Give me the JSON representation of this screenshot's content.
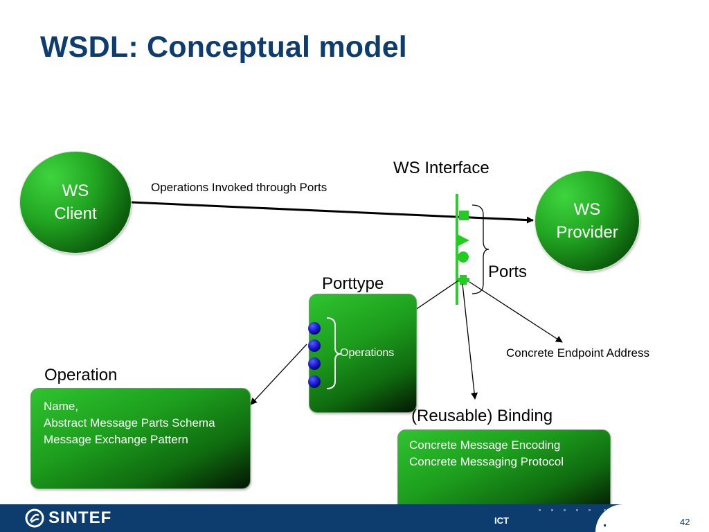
{
  "slide": {
    "title": "WSDL: Conceptual model",
    "page_number": "42"
  },
  "diagram": {
    "ws_client": {
      "line1": "WS",
      "line2": "Client"
    },
    "ws_provider": {
      "line1": "WS",
      "line2": "Provider"
    },
    "ws_interface_label": "WS Interface",
    "invocation_label": "Operations Invoked through Ports",
    "ports_label": "Ports",
    "porttype_label": "Porttype",
    "operations_label": "Operations",
    "endpoint_label": "Concrete Endpoint Address",
    "operation_label": "Operation",
    "operation_box": [
      "Name,",
      "Abstract Message Parts Schema",
      "Message Exchange Pattern"
    ],
    "binding_label": "(Reusable) Binding",
    "binding_box": [
      "Concrete Message Encoding",
      "Concrete Messaging Protocol"
    ]
  },
  "footer": {
    "logo_text": "SINTEF",
    "unit": "ICT"
  },
  "colors": {
    "title": "#0d3c6e",
    "footer_bar": "#0d3c6e",
    "node_green": "#22a622",
    "port_green": "#22cc22",
    "operation_dot": "#1a1ad6"
  },
  "icons": [
    "sintef-logo-icon",
    "port-square-icon",
    "port-triangle-icon",
    "port-circle-icon",
    "port-cross-icon",
    "operation-dot-icon"
  ]
}
